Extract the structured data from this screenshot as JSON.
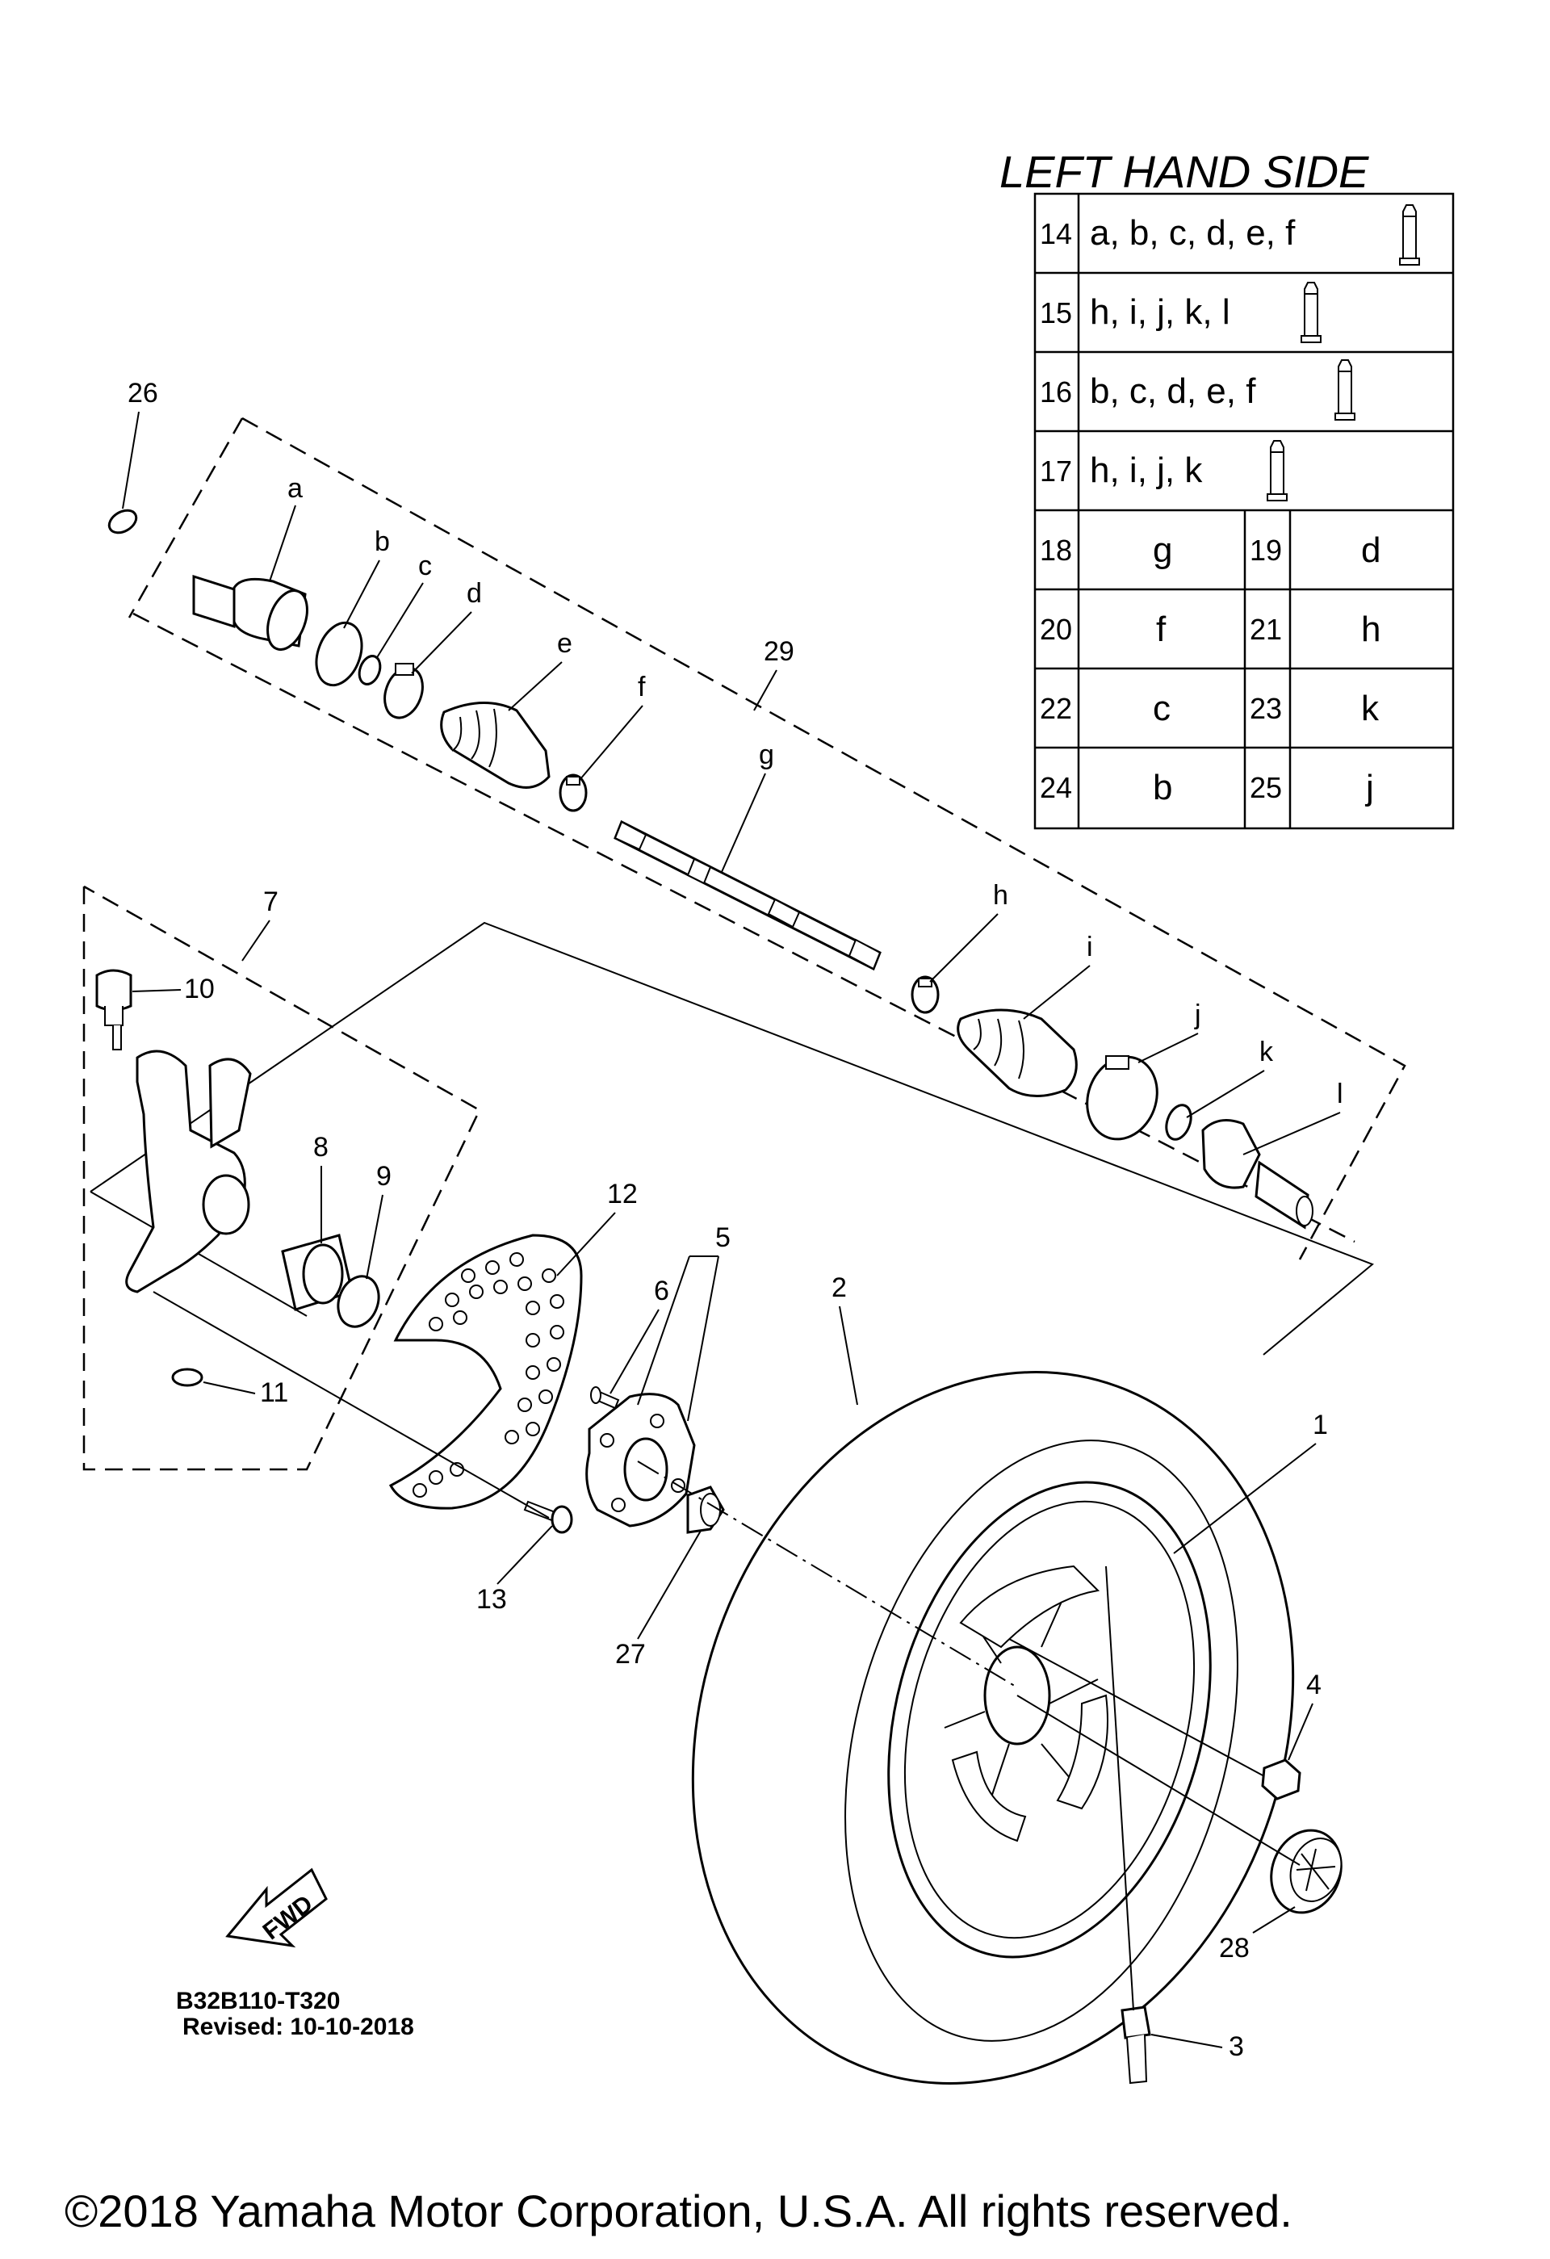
{
  "title": "LEFT HAND SIDE",
  "table": {
    "rows_with_tube": [
      {
        "num": "14",
        "text": "a, b, c, d, e, f",
        "icon": "grease-tube-icon"
      },
      {
        "num": "15",
        "text": "h, i, j, k, l",
        "icon": "grease-tube-icon"
      },
      {
        "num": "16",
        "text": "b, c, d, e, f",
        "icon": "grease-tube-icon"
      },
      {
        "num": "17",
        "text": "h, i, j, k",
        "icon": "grease-tube-icon"
      }
    ],
    "pairs": [
      {
        "n1": "18",
        "v1": "g",
        "n2": "19",
        "v2": "d"
      },
      {
        "n1": "20",
        "v1": "f",
        "n2": "21",
        "v2": "h"
      },
      {
        "n1": "22",
        "v1": "c",
        "n2": "23",
        "v2": "k"
      },
      {
        "n1": "24",
        "v1": "b",
        "n2": "25",
        "v2": "j"
      }
    ]
  },
  "callouts": {
    "c1": "1",
    "c2": "2",
    "c3": "3",
    "c4": "4",
    "c5": "5",
    "c6": "6",
    "c7": "7",
    "c8": "8",
    "c9": "9",
    "c10": "10",
    "c11": "11",
    "c12": "12",
    "c13": "13",
    "c26": "26",
    "c27": "27",
    "c28": "28",
    "c29": "29",
    "a": "a",
    "b": "b",
    "c": "c",
    "d": "d",
    "e": "e",
    "f": "f",
    "g": "g",
    "h": "h",
    "i": "i",
    "j": "j",
    "k": "k",
    "l": "l"
  },
  "fwd_label": "FWD",
  "diagram_code": "B32B110-T320",
  "revised": "Revised: 10-10-2018",
  "copyright": "©2018 Yamaha Motor Corporation, U.S.A. All rights reserved."
}
